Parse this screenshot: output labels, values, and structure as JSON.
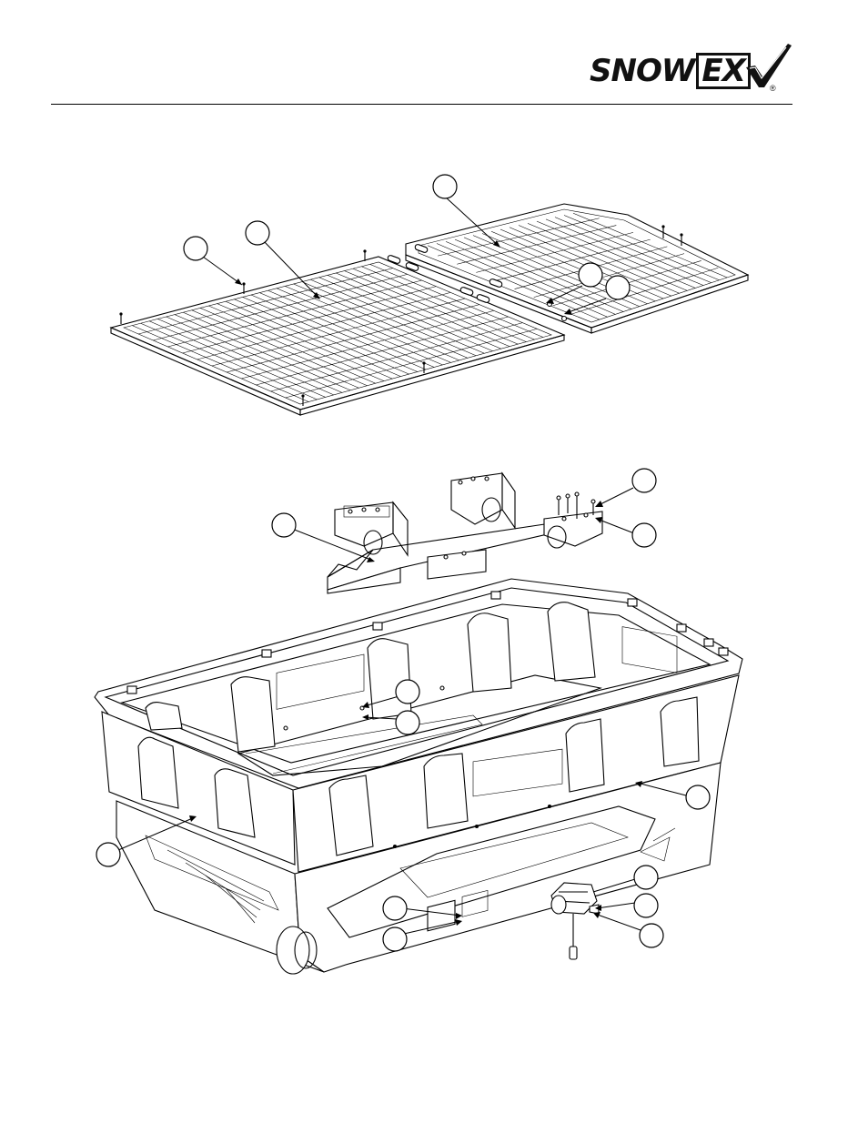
{
  "header": {
    "logo_text_main": "SNOW",
    "logo_text_ex": "EX",
    "logo_registered": "®",
    "logo_alt": "SnowEx"
  },
  "diagram": {
    "type": "exploded parts view",
    "callout_balloons_count": 17,
    "callout_labels": "blank"
  },
  "colors": {
    "line": "#000000",
    "background": "#ffffff"
  },
  "icons": {
    "logo_mark": "checkmark-icon"
  }
}
